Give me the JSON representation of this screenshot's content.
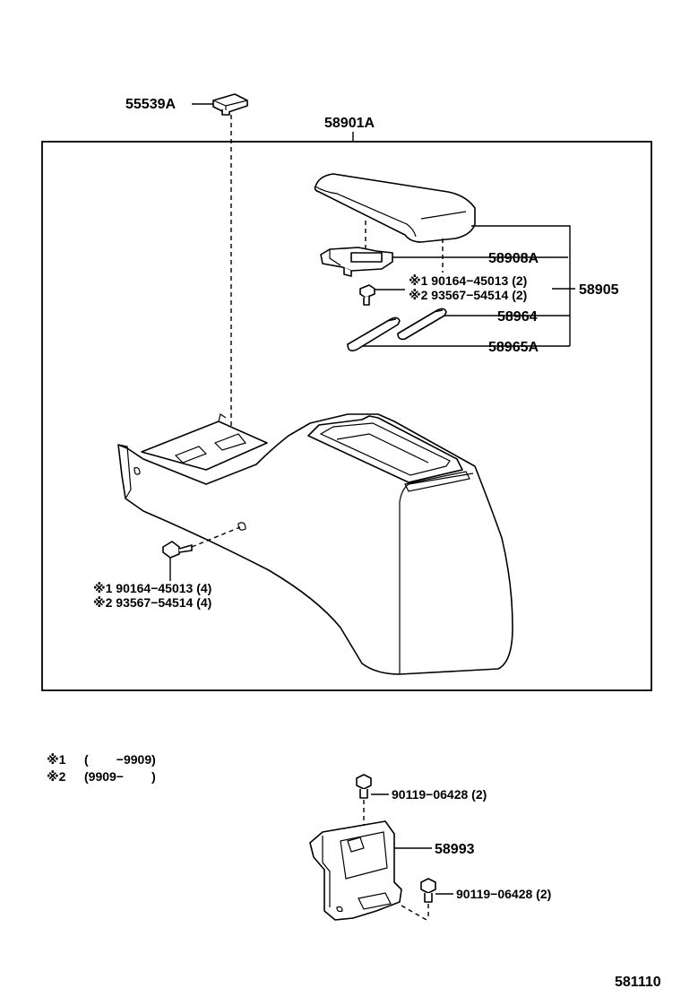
{
  "parts": {
    "p55539A": "55539A",
    "p58901A": "58901A",
    "p58908A": "58908A",
    "p58905": "58905",
    "p58964": "58964",
    "p58965A": "58965A",
    "p58993": "58993",
    "p581110": "581110"
  },
  "screw_top": {
    "line1": "※1 90164−45013 (2)",
    "line2": "※2 93567−54514 (2)"
  },
  "screw_side": {
    "line1": "※1  90164−45013 (4)",
    "line2": "※2  93567−54514 (4)"
  },
  "bolts": {
    "upper": "90119−06428 (2)",
    "lower": "90119−06428 (2)"
  },
  "legend": {
    "row1_mark": "※1",
    "row1_range": "(        −9909)",
    "row2_mark": "※2",
    "row2_range": "(9909−        )"
  }
}
